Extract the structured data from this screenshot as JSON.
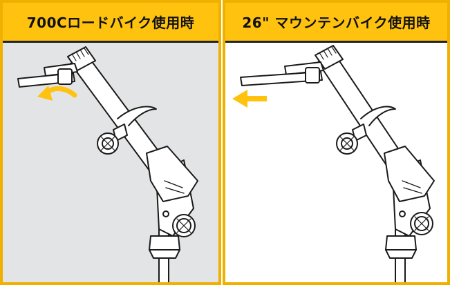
{
  "panels": [
    {
      "title": "700Cロードバイク使用時",
      "arrow": "curved-arrow"
    },
    {
      "title": "26\" マウンテンバイク使用時",
      "arrow": "straight-arrow"
    }
  ],
  "colors": {
    "accent": "#ffc20e",
    "border": "#f0b000",
    "left_background": "#e2e4e6",
    "right_background": "#ffffff",
    "outline": "#1a1a1a"
  }
}
